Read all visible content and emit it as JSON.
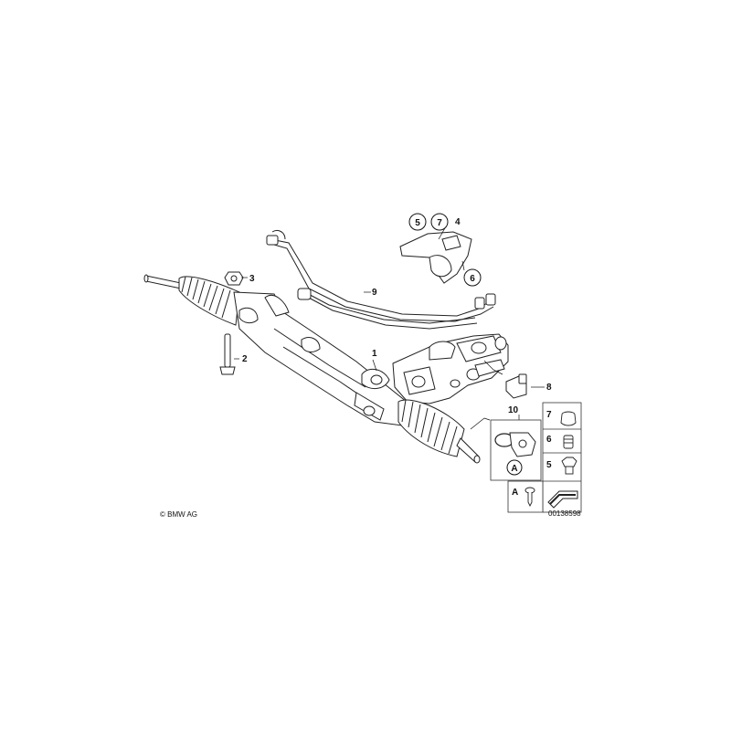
{
  "callouts": {
    "c1": "1",
    "c2": "2",
    "c3": "3",
    "c4": "4",
    "c5": "5",
    "c6": "6",
    "c7": "7",
    "c8": "8",
    "c9": "9",
    "c10": "10",
    "detail_a": "A"
  },
  "legend": {
    "item7": "7",
    "item6": "6",
    "item5": "5",
    "itemA": "A"
  },
  "copyright": "© BMW AG",
  "diagram_number": "00138598"
}
